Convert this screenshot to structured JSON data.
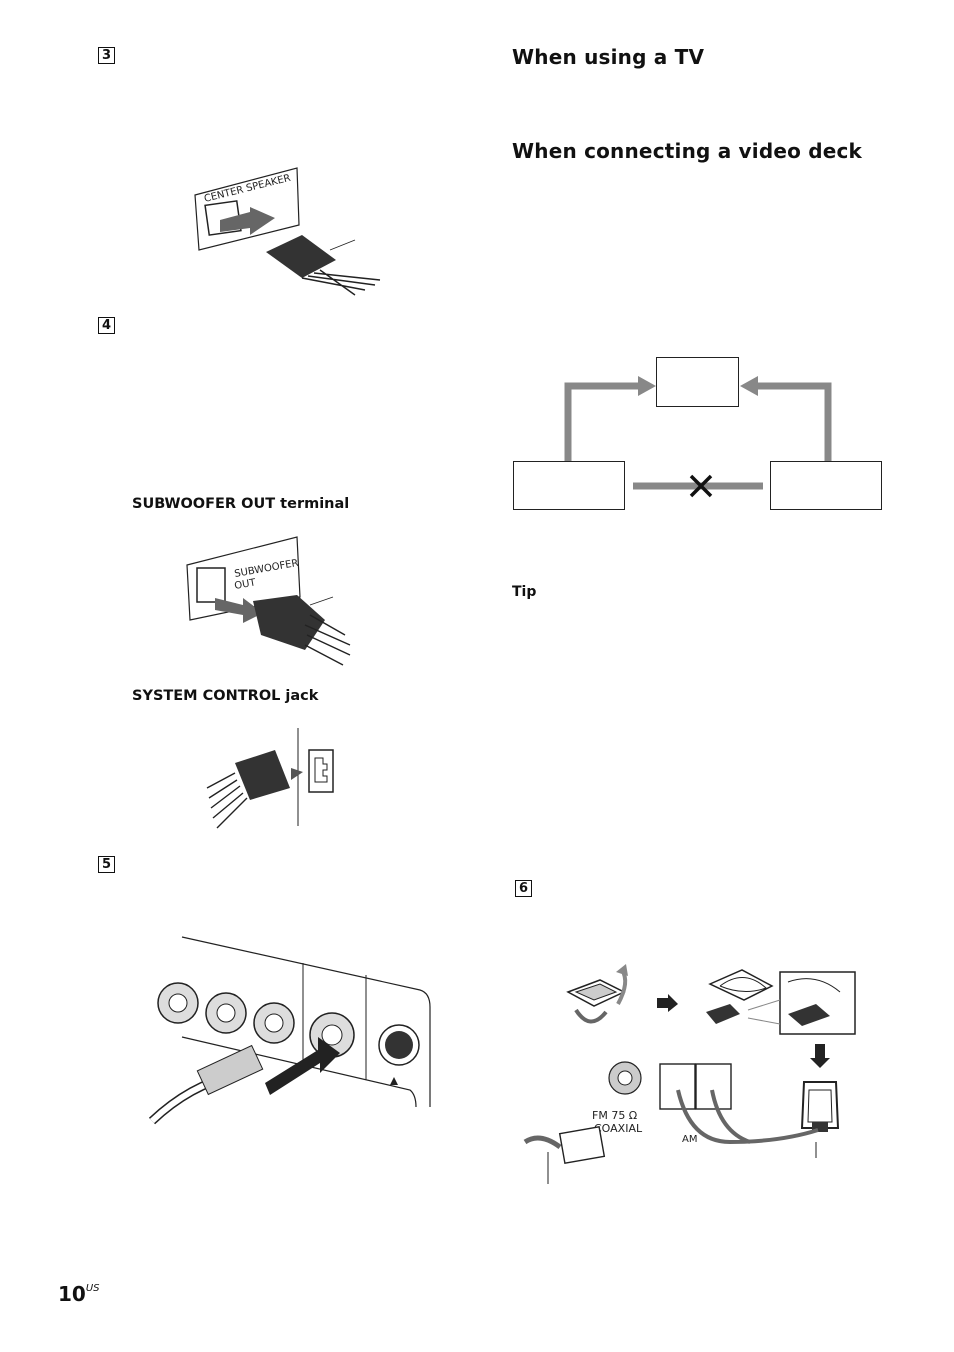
{
  "steps": {
    "s3": "3",
    "s4": "4",
    "s5": "5",
    "s6": "6"
  },
  "headings": {
    "tv": "When using a TV",
    "video_deck": "When connecting a video deck"
  },
  "labels": {
    "subwoofer_out_terminal": "SUBWOOFER OUT terminal",
    "system_control_jack": "SYSTEM CONTROL jack",
    "tip": "Tip"
  },
  "illustration_text": {
    "center_speaker": "CENTER SPEAKER",
    "subwoofer": "SUBWOOFER",
    "out": "OUT",
    "fm": "FM 75 Ω",
    "coaxial": "COAXIAL",
    "am": "AM"
  },
  "page": {
    "number": "10",
    "suffix": "US"
  }
}
